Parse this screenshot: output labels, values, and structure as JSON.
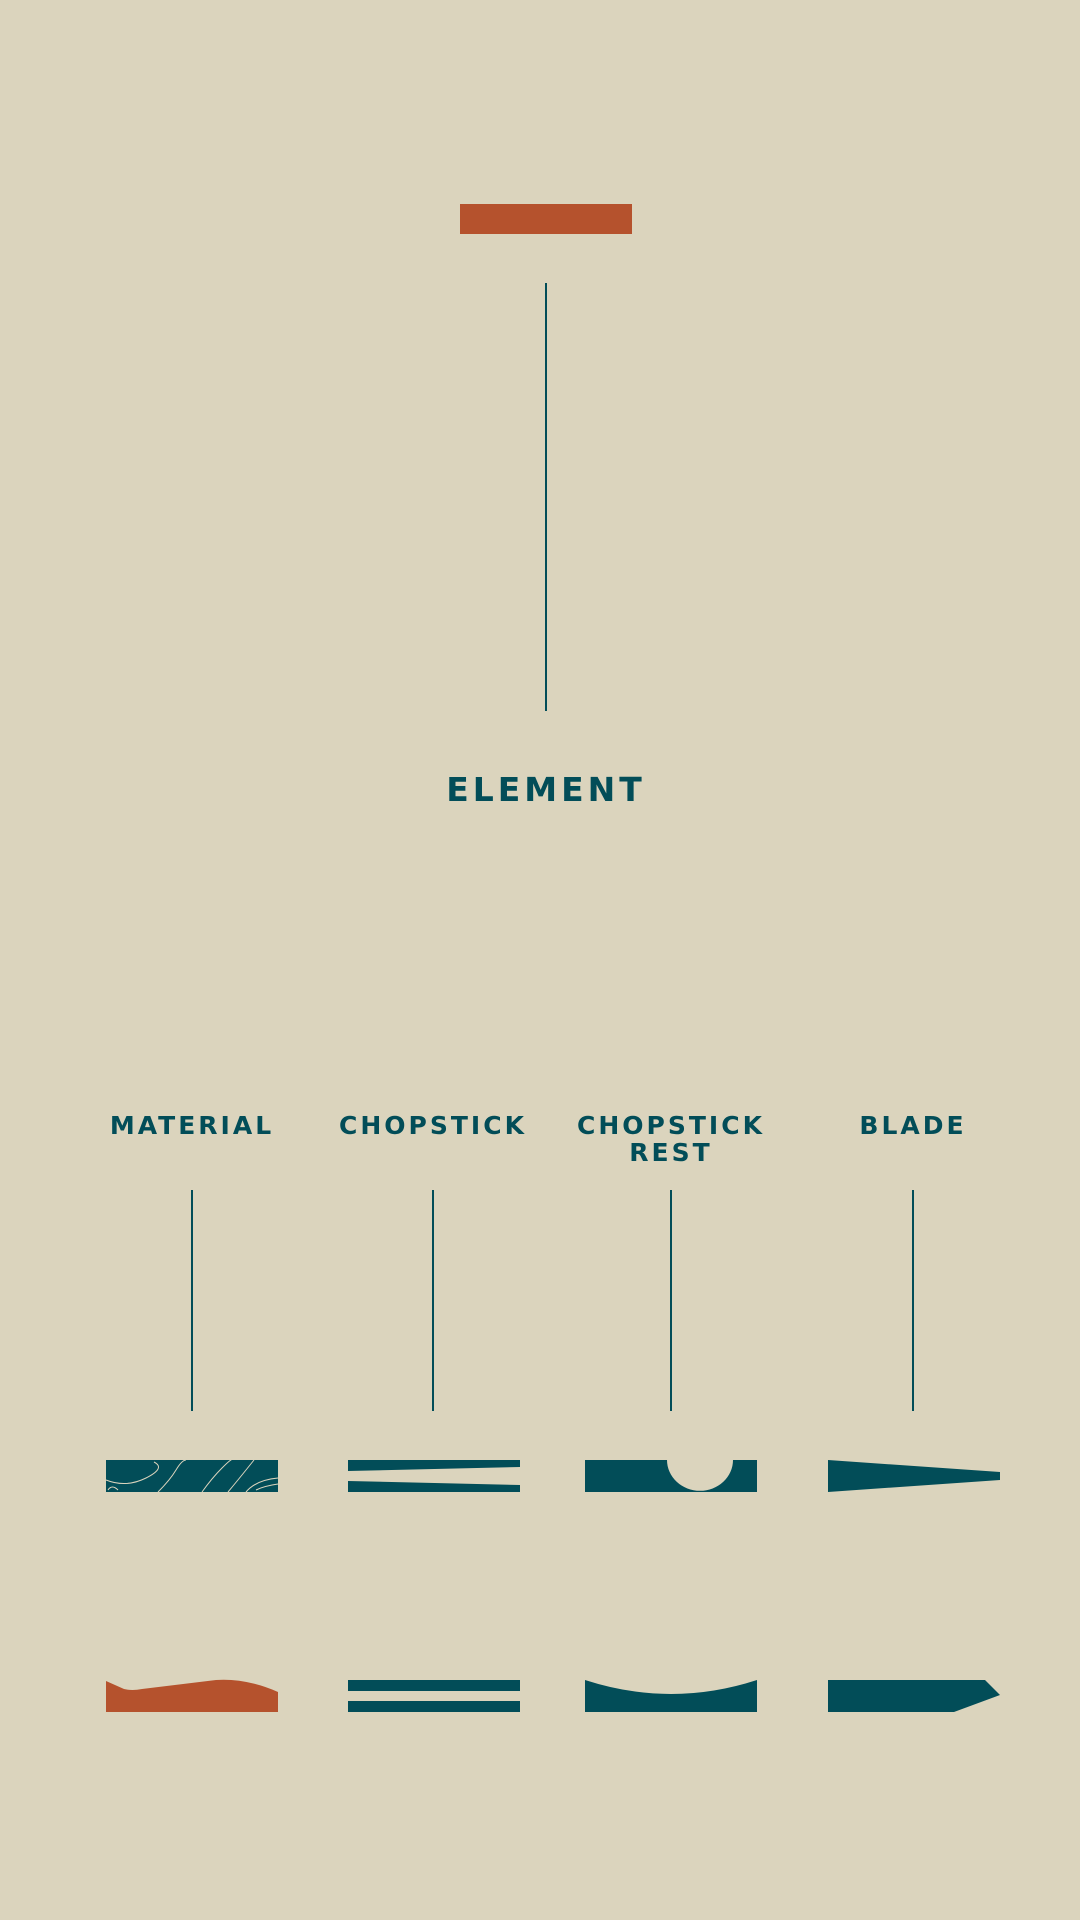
{
  "colors": {
    "background": "#dbd4bd",
    "accent": "#b5522d",
    "primary": "#024d58",
    "highlight": "#dbd4bd"
  },
  "title": "ELEMENT",
  "categories": [
    {
      "label": "MATERIAL"
    },
    {
      "label": "CHOPSTICK"
    },
    {
      "label": "CHOPSTICK\nREST"
    },
    {
      "label": "BLADE"
    }
  ]
}
